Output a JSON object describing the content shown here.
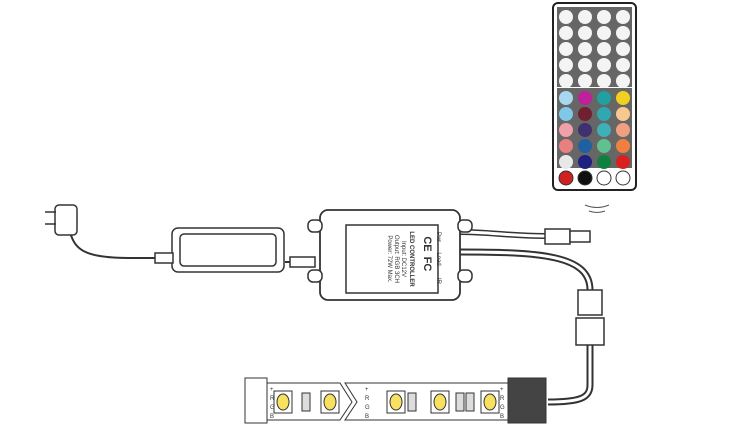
{
  "controller": {
    "title": "LED CONTROLLER",
    "input": "Input: DC12V",
    "output": "Output: RGB 3CH",
    "power": "Power: 72W Max.",
    "marks": [
      "CE",
      "FC"
    ],
    "port_labels": [
      "Pwr",
      "Load",
      "IR"
    ]
  },
  "remote": {
    "color_buttons": [
      "#a8d8f0",
      "#c0209a",
      "#20a0a0",
      "#f0d020",
      "#80c8e8",
      "#702030",
      "#30a8b0",
      "#f8c890",
      "#f0a0a8",
      "#403070",
      "#40b0b8",
      "#f0a080",
      "#e88080",
      "#2060a0",
      "#60c090",
      "#f08040",
      "#e8e8e8",
      "#202080",
      "#108040",
      "#d82020"
    ],
    "bottom_buttons": [
      "power-icon",
      "pause-icon",
      "speed-icon",
      "mode-icon"
    ]
  },
  "strip": {
    "pad_labels": [
      "+",
      "R",
      "G",
      "B"
    ],
    "led_color": "#f8e060"
  }
}
